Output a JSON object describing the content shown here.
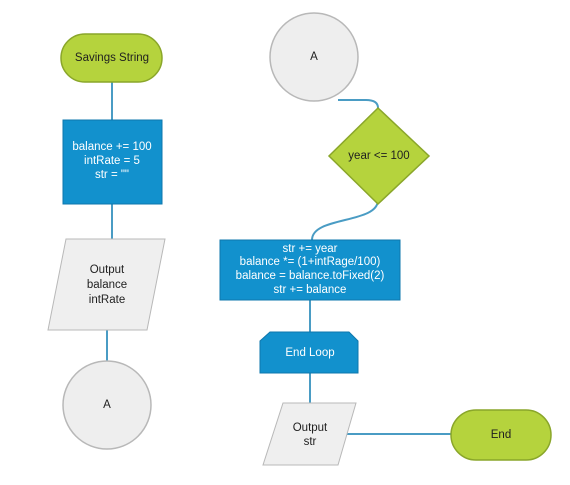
{
  "left_flow": {
    "start_terminal": "Savings String",
    "init_process": [
      "balance += 100",
      "intRate = 5",
      "str = \"\""
    ],
    "output_io": [
      "Output",
      "balance",
      "intRate"
    ],
    "connector": "A"
  },
  "right_flow": {
    "connector": "A",
    "loop_condition": "year <= 100",
    "loop_process": [
      "str += year",
      "balance *= (1+intRage/100)",
      "balance = balance.toFixed(2)",
      "str += balance"
    ],
    "end_loop": "End Loop",
    "output_io": [
      "Output",
      "str"
    ],
    "end_terminal": "End"
  },
  "colors": {
    "terminal_fill": "#b5d33d",
    "terminal_stroke": "#8aa62a",
    "process_fill": "#1291cd",
    "process_stroke": "#0e77ad",
    "decision_fill": "#b5d33d",
    "decision_stroke": "#8aa62a",
    "io_fill": "#efefef",
    "io_stroke": "#b8b8b8",
    "connector_fill": "#eeeeee",
    "connector_stroke": "#b8b8b8",
    "edge": "#4a9cc4"
  }
}
